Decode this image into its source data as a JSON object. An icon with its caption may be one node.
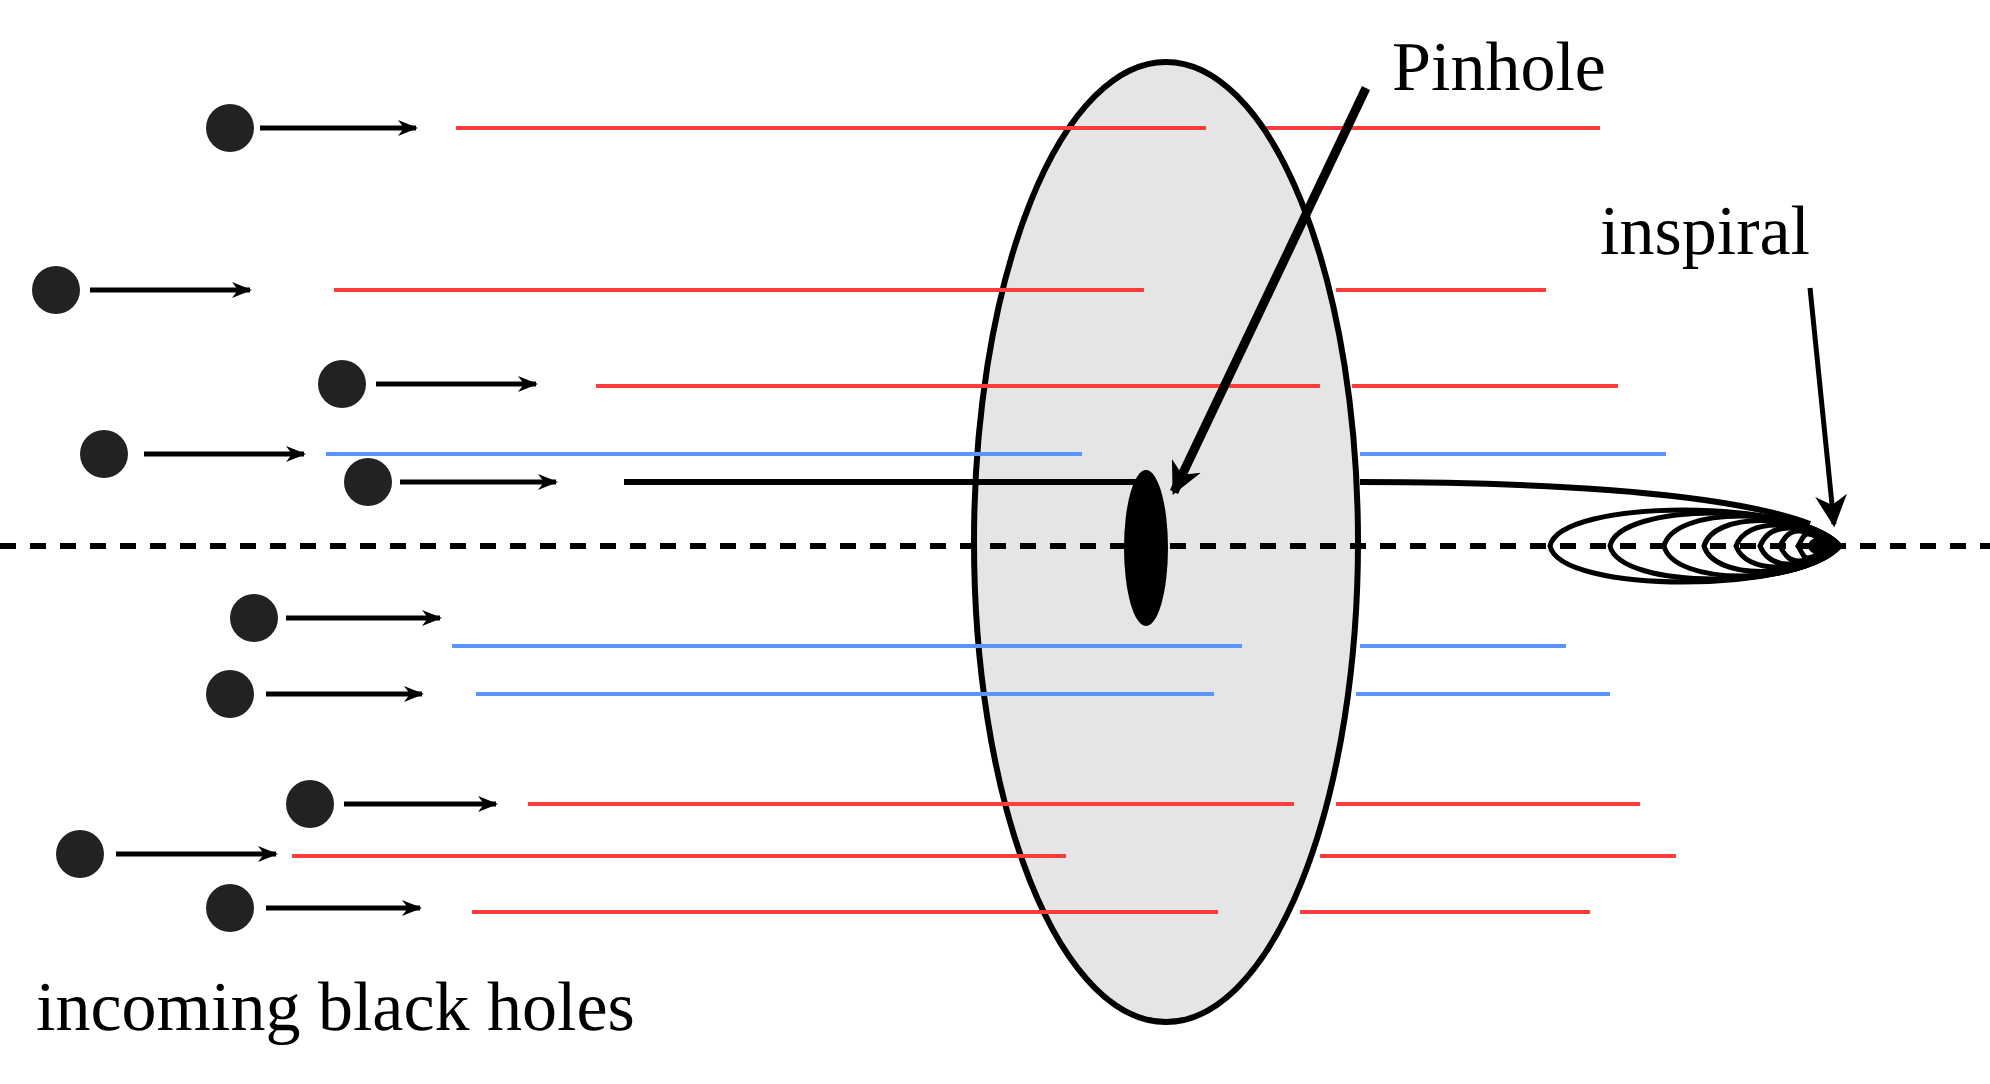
{
  "diagram": {
    "nodes": [
      {
        "text": [
          "Pinhole"
        ]
      },
      {
        "text": [],
        "shape": "ellipse"
      },
      {
        "text": [
          "inspiral"
        ]
      },
      {
        "text": [],
        "shape": "picture"
      }
    ],
    "edges": [
      {
        "from": 0,
        "to": 1,
        "arrow": "to",
        "style": "thick"
      },
      {
        "from": 2,
        "to": 3,
        "arrow": "to"
      }
    ],
    "labels": [
      "incoming black holes"
    ]
  }
}
